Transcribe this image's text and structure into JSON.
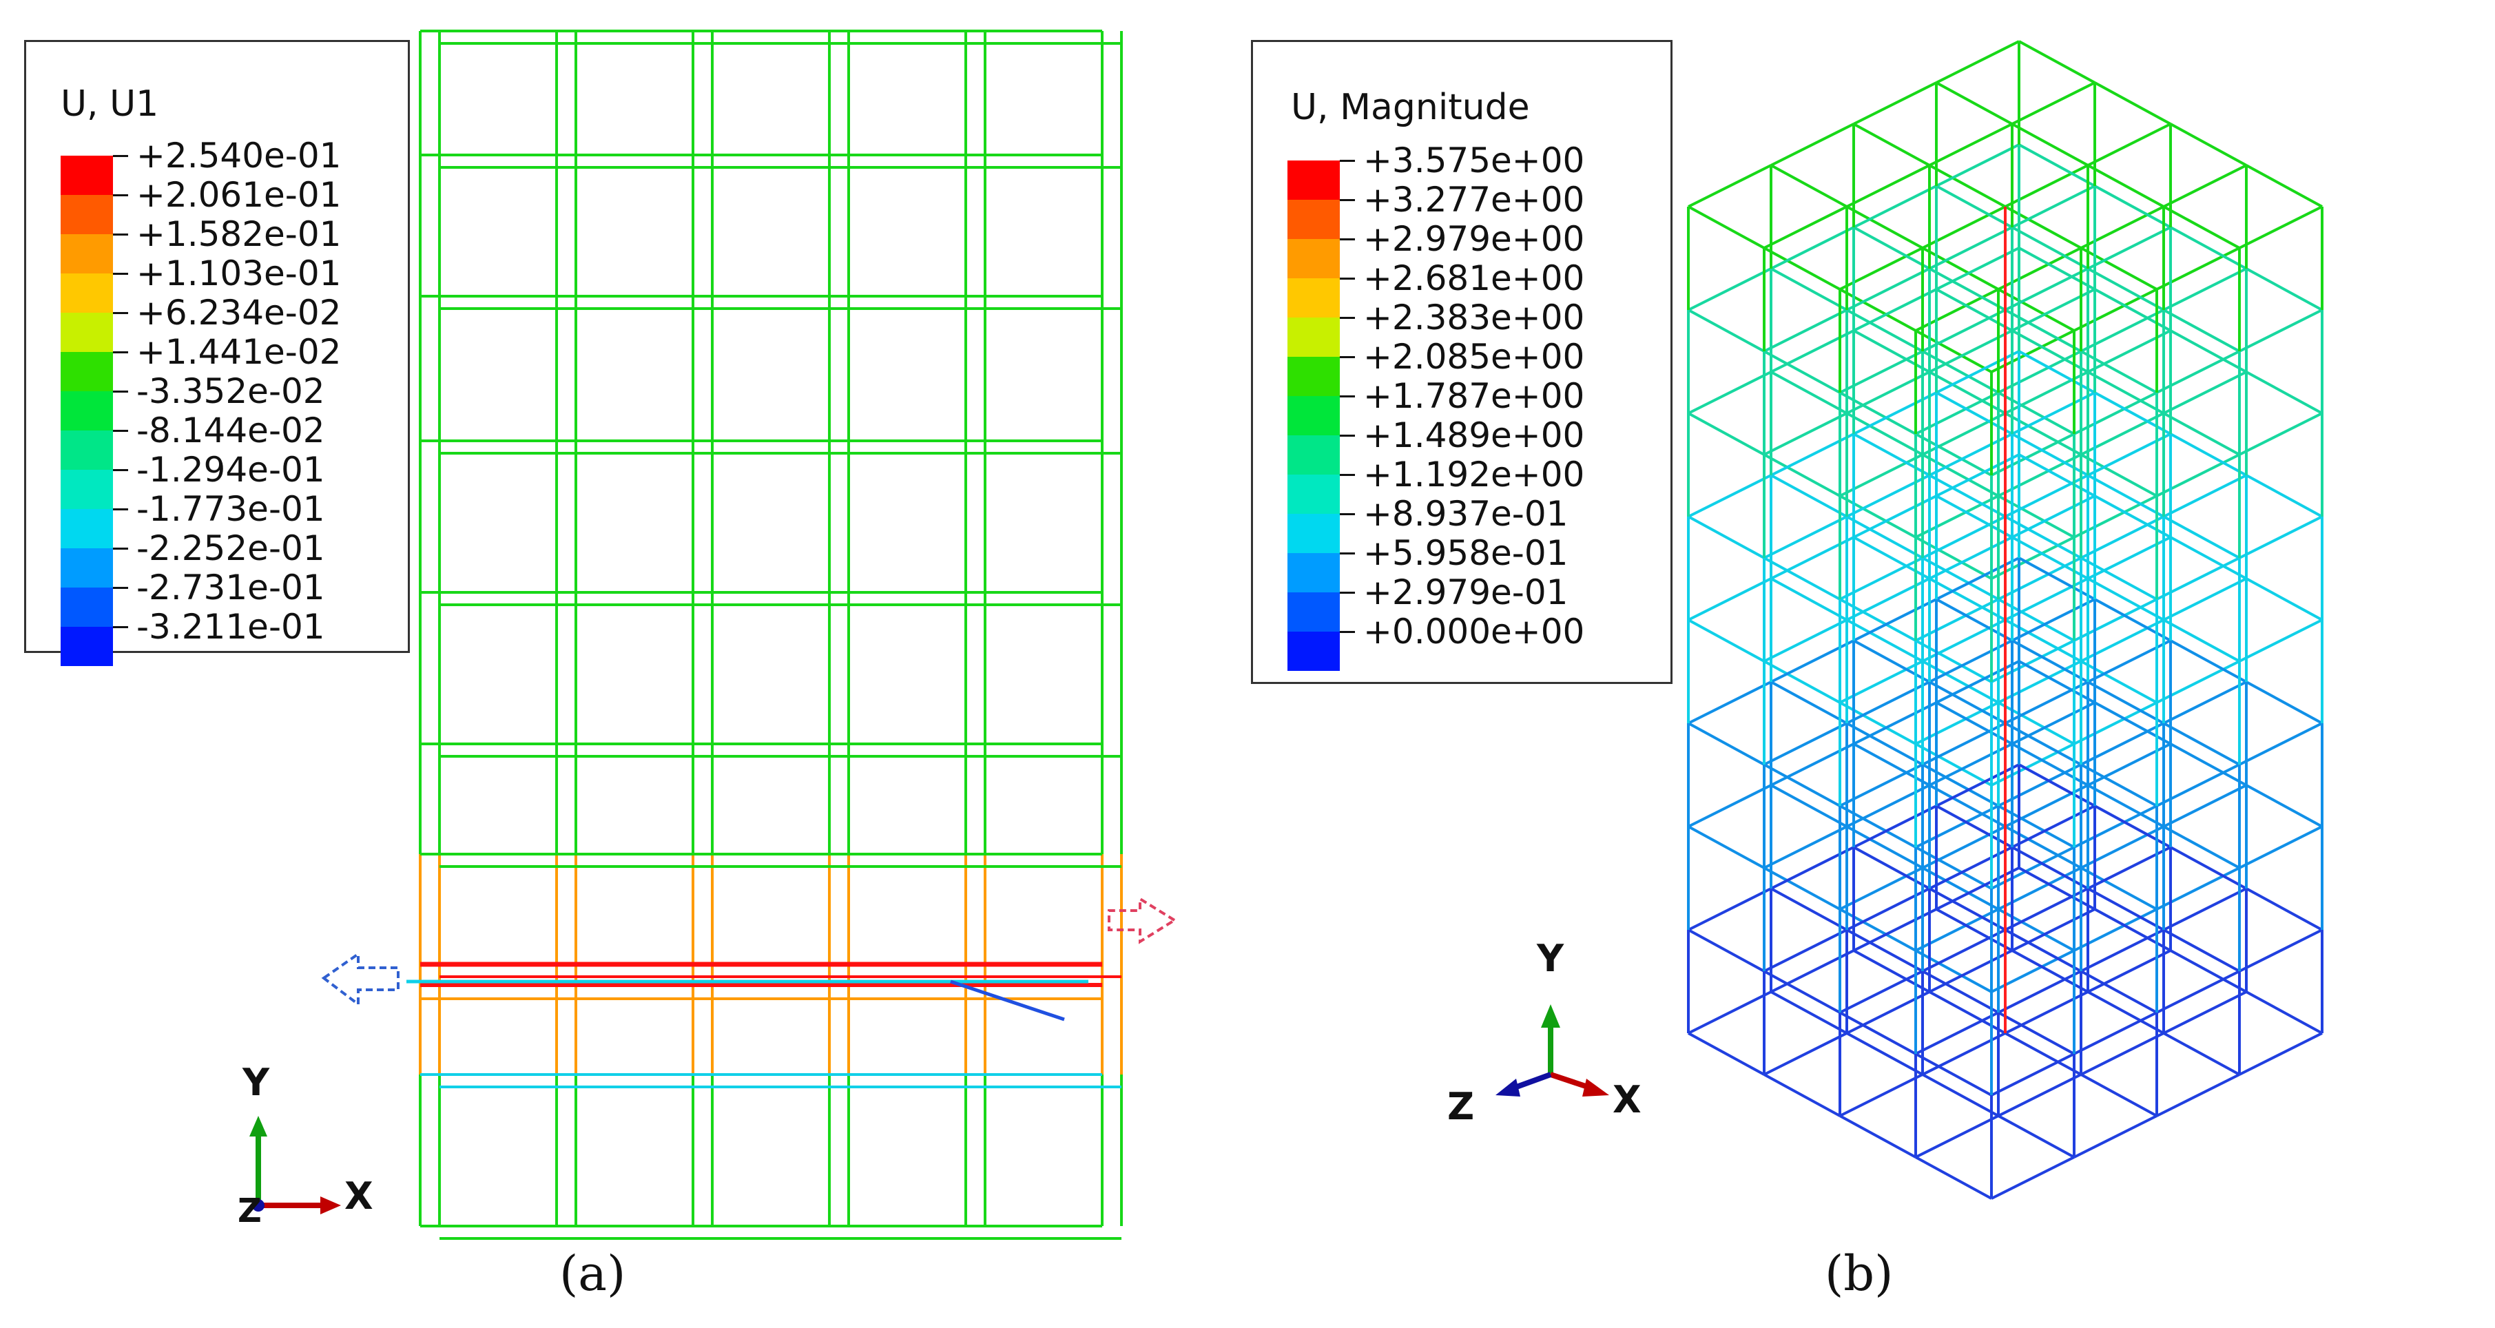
{
  "panels": [
    {
      "caption": "(a)",
      "legend": {
        "title": "U, U1",
        "items": [
          {
            "value": "+2.540e-01",
            "color": "#ff0000"
          },
          {
            "value": "+2.061e-01",
            "color": "#ff5a00"
          },
          {
            "value": "+1.582e-01",
            "color": "#ff9b00"
          },
          {
            "value": "+1.103e-01",
            "color": "#ffc800"
          },
          {
            "value": "+6.234e-02",
            "color": "#c8f000"
          },
          {
            "value": "+1.441e-02",
            "color": "#2ee000"
          },
          {
            "value": "-3.352e-02",
            "color": "#00e63a"
          },
          {
            "value": "-8.144e-02",
            "color": "#00e688"
          },
          {
            "value": "-1.294e-01",
            "color": "#00e8c0"
          },
          {
            "value": "-1.773e-01",
            "color": "#00d8f0"
          },
          {
            "value": "-2.252e-01",
            "color": "#009cff"
          },
          {
            "value": "-2.731e-01",
            "color": "#0058ff"
          },
          {
            "value": "-3.211e-01",
            "color": "#0018ff"
          }
        ]
      },
      "triad": {
        "x": "X",
        "y": "Y",
        "z": "Z"
      }
    },
    {
      "caption": "(b)",
      "legend": {
        "title": "U, Magnitude",
        "items": [
          {
            "value": "+3.575e+00",
            "color": "#ff0000"
          },
          {
            "value": "+3.277e+00",
            "color": "#ff5a00"
          },
          {
            "value": "+2.979e+00",
            "color": "#ff9b00"
          },
          {
            "value": "+2.681e+00",
            "color": "#ffc800"
          },
          {
            "value": "+2.383e+00",
            "color": "#c8f000"
          },
          {
            "value": "+2.085e+00",
            "color": "#2ee000"
          },
          {
            "value": "+1.787e+00",
            "color": "#00e63a"
          },
          {
            "value": "+1.489e+00",
            "color": "#00e688"
          },
          {
            "value": "+1.192e+00",
            "color": "#00e8c0"
          },
          {
            "value": "+8.937e-01",
            "color": "#00d8f0"
          },
          {
            "value": "+5.958e-01",
            "color": "#009cff"
          },
          {
            "value": "+2.979e-01",
            "color": "#0058ff"
          },
          {
            "value": "+0.000e+00",
            "color": "#0018ff"
          }
        ],
        "bottom_value": ""
      },
      "triad": {
        "x": "X",
        "y": "Y",
        "z": "Z"
      }
    }
  ]
}
